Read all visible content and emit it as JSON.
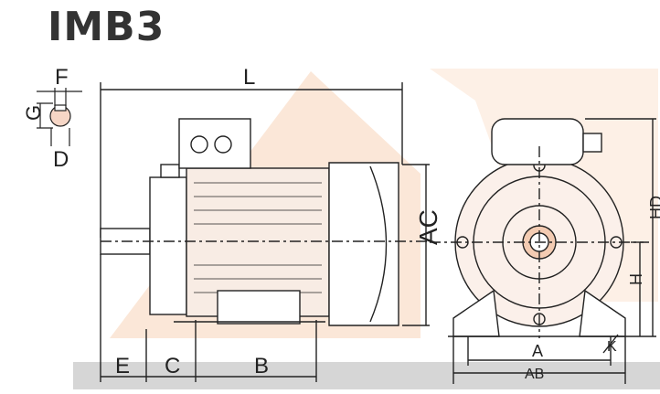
{
  "title": "IMB3",
  "colors": {
    "line": "#222222",
    "watermark_peach": "#fbe7d8",
    "watermark_gray": "#d6d6d6"
  },
  "labels": {
    "F": "F",
    "G": "G",
    "D": "D",
    "L": "L",
    "AC": "AC",
    "E": "E",
    "C": "C",
    "B": "B",
    "HD": "HD",
    "H": "H",
    "K": "K",
    "A": "A",
    "AB": "AB"
  }
}
